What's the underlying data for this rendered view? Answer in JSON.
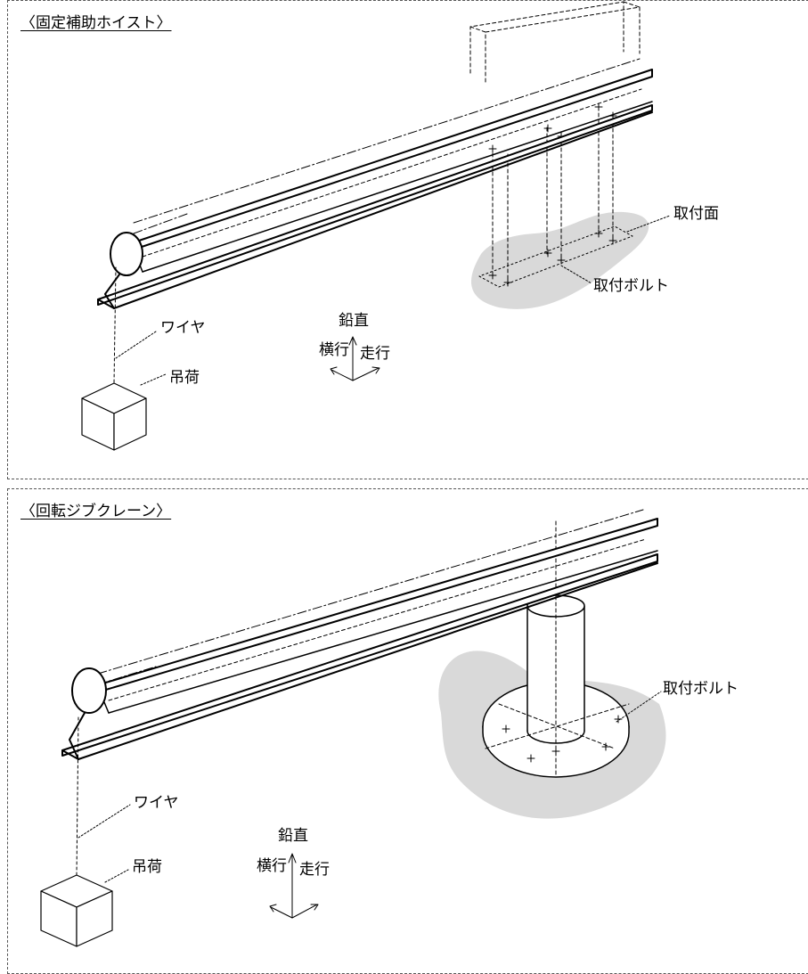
{
  "top_panel": {
    "title": "〈固定補助ホイスト〉",
    "labels": {
      "mount_surface": "取付面",
      "mount_bolt": "取付ボルト",
      "wire": "ワイヤ",
      "load": "吊荷",
      "vertical": "鉛直",
      "lateral": "横行",
      "travel": "走行"
    }
  },
  "bottom_panel": {
    "title": "〈回転ジブクレーン〉",
    "labels": {
      "mount_bolt": "取付ボルト",
      "wire": "ワイヤ",
      "load": "吊荷",
      "vertical": "鉛直",
      "lateral": "横行",
      "travel": "走行"
    }
  },
  "colors": {
    "line": "#000000",
    "shade": "#d9d9d9",
    "background": "#ffffff"
  }
}
